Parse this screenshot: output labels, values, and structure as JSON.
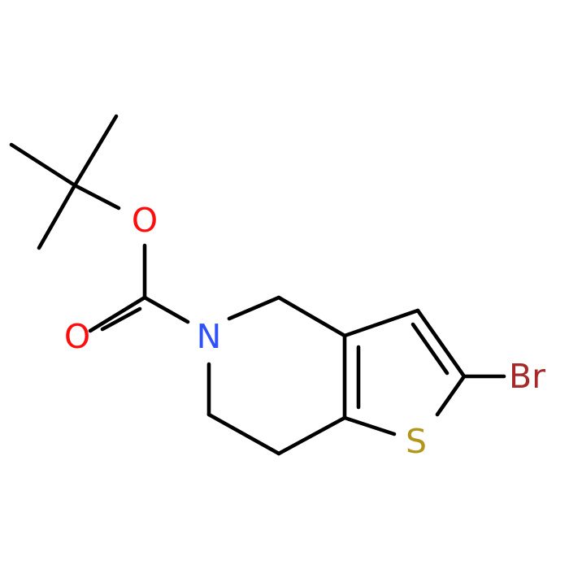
{
  "atoms": {
    "oxygen_ester": {
      "label": "O",
      "color": "#ff0d0d"
    },
    "oxygen_carbonyl": {
      "label": "O",
      "color": "#ff0d0d"
    },
    "nitrogen": {
      "label": "N",
      "color": "#3050f8"
    },
    "sulfur": {
      "label": "S",
      "color": "#b2961a"
    },
    "bromine": {
      "label": "Br",
      "color": "#a62929"
    }
  },
  "colors": {
    "bond": "#000000",
    "background": "#ffffff"
  }
}
